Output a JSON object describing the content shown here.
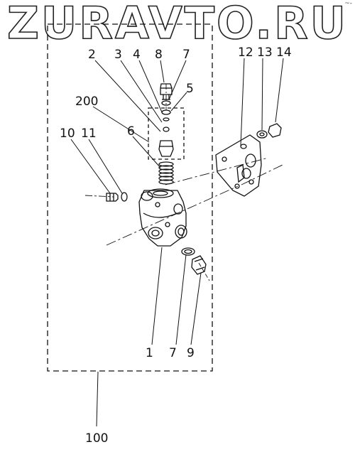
{
  "watermark": "ZURAVTO.RU",
  "corner_mark": "~-",
  "labels": {
    "n1": "1",
    "n2": "2",
    "n3": "3",
    "n4": "4",
    "n5": "5",
    "n6": "6",
    "n7a": "7",
    "n7b": "7",
    "n8": "8",
    "n9": "9",
    "n10": "10",
    "n11": "11",
    "n12": "12",
    "n13": "13",
    "n14": "14",
    "n100": "100",
    "n200": "200"
  }
}
